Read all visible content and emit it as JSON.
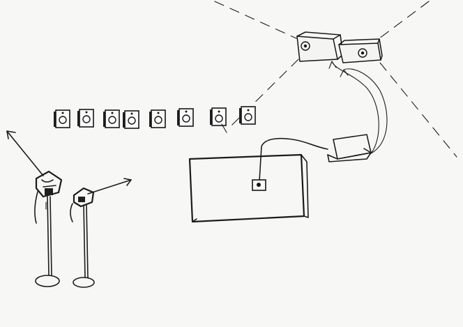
{
  "scene": {
    "background_color": "#f7f7f5",
    "ink_color": "#1b1b1b",
    "speakers_in_row": 8,
    "microphone_stands": 2,
    "projectors": 2
  }
}
